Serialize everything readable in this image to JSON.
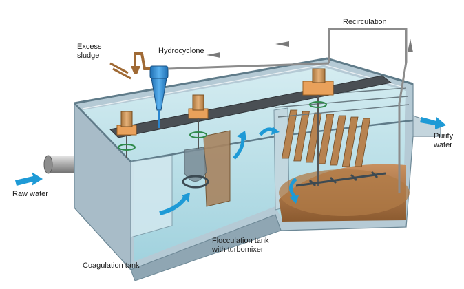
{
  "labels": {
    "excess_sludge": [
      "Excess",
      "sludge"
    ],
    "hydrocyclone": "Hydrocyclone",
    "recirculation": "Recirculation",
    "purify_water": [
      "Purify",
      "water"
    ],
    "raw_water": "Raw water",
    "flocculation_tank": [
      "Flocculation tank",
      "with turbomixer"
    ],
    "coagulation_tank": "Coagulation tank"
  },
  "colors": {
    "water": "#bfe6ee",
    "tank_wall": "#c9d6de",
    "tank_edge": "#6d8896",
    "flow_arrow": "#1e9ad6",
    "sludge": "#9c6d3f",
    "pipe": "#8c8c8c",
    "hydrocyclone": "#2a86cf",
    "motor": "#e9a15b"
  }
}
